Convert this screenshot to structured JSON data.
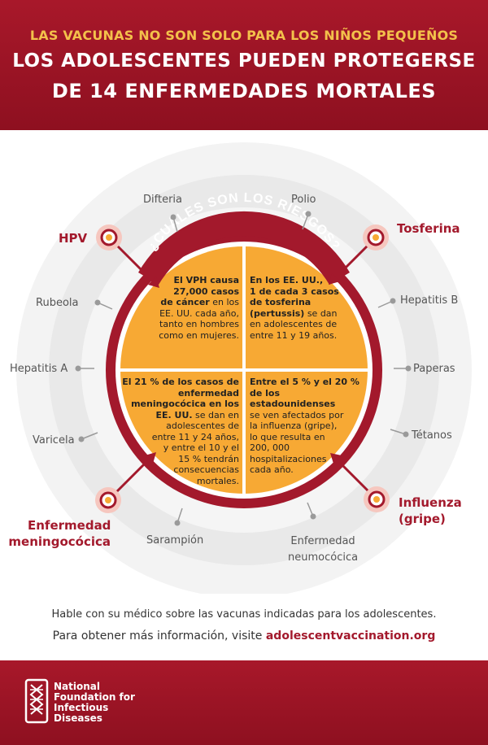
{
  "header": {
    "kicker": "LAS VACUNAS NO SON SOLO PARA LOS NIÑOS PEQUEÑOS",
    "title_line1": "LOS ADOLESCENTES PUEDEN PROTEGERSE",
    "title_line2": "DE 14 ENFERMEDADES MORTALES"
  },
  "ring_heading": "¿CUÁLES SON LOS RIESGOS?",
  "diseases_major": {
    "hpv": "HPV",
    "tosferina": "Tosferina",
    "meningo_line1": "Enfermedad",
    "meningo_line2": "meningocócica",
    "influenza_line1": "Influenza",
    "influenza_line2": "(gripe)"
  },
  "diseases_minor": {
    "difteria": "Difteria",
    "polio": "Polio",
    "rubeola": "Rubeola",
    "hepatitis_b": "Hepatitis B",
    "hepatitis_a": "Hepatitis A",
    "paperas": "Paperas",
    "varicela": "Varicela",
    "tetanos": "Tétanos",
    "sarampion": "Sarampión",
    "neumo_line1": "Enfermedad",
    "neumo_line2": "neumocócica"
  },
  "quadrants": {
    "top_left": {
      "bold1": "El VPH causa",
      "bold2": "27,000 casos",
      "bold3": "de cáncer",
      "rest": [
        " en los",
        "EE. UU. cada año,",
        "tanto en hombres",
        "como en mujeres."
      ]
    },
    "top_right": {
      "bold": [
        "En los EE. UU.,",
        "1 de cada 3 casos",
        "de tosferina",
        "(pertussis)"
      ],
      "rest_inline": " se dan",
      "rest": [
        "en adolescentes de",
        "entre 11 y 19 años."
      ]
    },
    "bottom_left": {
      "bold": [
        "El 21 % de los casos de",
        "enfermedad",
        "meningocócica en los",
        "EE. UU."
      ],
      "rest_inline": " se dan en",
      "rest": [
        "adolescentes de",
        "entre 11 y 24 años,",
        "y entre el 10 y el",
        "15 % tendrán",
        "consecuencias",
        "mortales."
      ]
    },
    "bottom_right": {
      "bold": [
        "Entre el 5 % y el 20 %",
        "de los estadounidenses"
      ],
      "rest": [
        "se ven afectados por",
        "la influenza (gripe),",
        "lo que resulta en",
        "200, 000",
        "hospitalizaciones",
        "cada año."
      ]
    }
  },
  "footer": {
    "line1": "Hable con su médico sobre las vacunas indicadas para los adolescentes.",
    "line2_prefix": "Para obtener más información, visite ",
    "link": "adolescentvaccination.org",
    "org_line1": "National",
    "org_line2": "Foundation for",
    "org_line3": "Infectious",
    "org_line4": "Diseases"
  },
  "colors": {
    "brand_red": "#a3192c",
    "orange": "#f7a934",
    "gold": "#f3c14b",
    "ring_grey_outer": "#f1f1f1",
    "ring_grey_inner": "#e6e6e6"
  }
}
